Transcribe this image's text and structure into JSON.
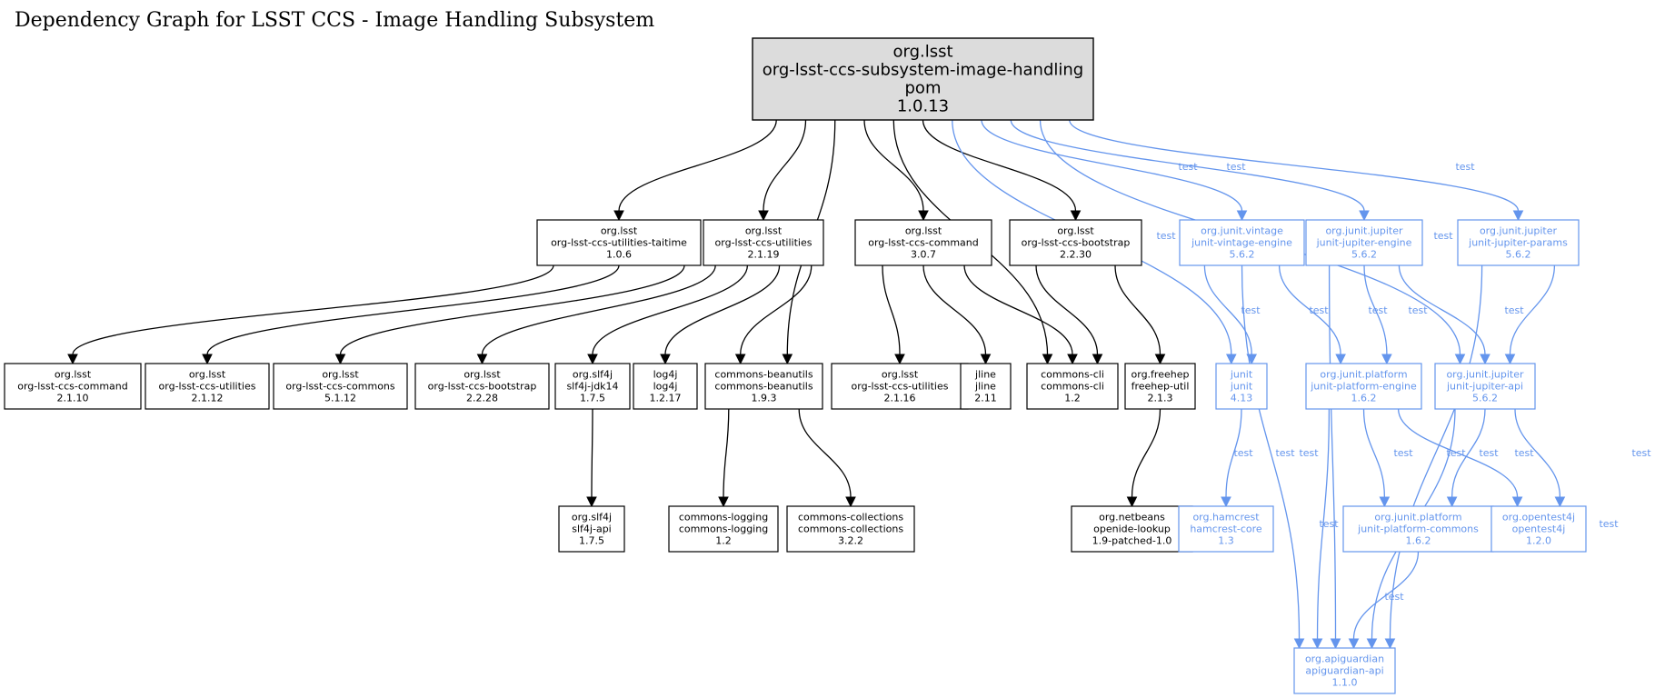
{
  "title": "Dependency Graph for LSST CCS - Image Handling Subsystem",
  "colors": {
    "compile": "#000000",
    "test": "#6495ed",
    "root_fill": "#dcdcdc"
  },
  "nodes": [
    {
      "id": "root",
      "scope": "root",
      "lines": [
        "org.lsst",
        "org-lsst-ccs-subsystem-image-handling",
        "pom",
        "1.0.13"
      ]
    },
    {
      "id": "taitime",
      "scope": "compile",
      "lines": [
        "org.lsst",
        "org-lsst-ccs-utilities-taitime",
        "1.0.6"
      ]
    },
    {
      "id": "utilities219",
      "scope": "compile",
      "lines": [
        "org.lsst",
        "org-lsst-ccs-utilities",
        "2.1.19"
      ]
    },
    {
      "id": "command307",
      "scope": "compile",
      "lines": [
        "org.lsst",
        "org-lsst-ccs-command",
        "3.0.7"
      ]
    },
    {
      "id": "bootstrap2230",
      "scope": "compile",
      "lines": [
        "org.lsst",
        "org-lsst-ccs-bootstrap",
        "2.2.30"
      ]
    },
    {
      "id": "vintage",
      "scope": "test",
      "lines": [
        "org.junit.vintage",
        "junit-vintage-engine",
        "5.6.2"
      ]
    },
    {
      "id": "jupiterengine",
      "scope": "test",
      "lines": [
        "org.junit.jupiter",
        "junit-jupiter-engine",
        "5.6.2"
      ]
    },
    {
      "id": "jupiterparams",
      "scope": "test",
      "lines": [
        "org.junit.jupiter",
        "junit-jupiter-params",
        "5.6.2"
      ]
    },
    {
      "id": "command2110",
      "scope": "compile",
      "lines": [
        "org.lsst",
        "org-lsst-ccs-command",
        "2.1.10"
      ]
    },
    {
      "id": "utilities2112",
      "scope": "compile",
      "lines": [
        "org.lsst",
        "org-lsst-ccs-utilities",
        "2.1.12"
      ]
    },
    {
      "id": "commons5112",
      "scope": "compile",
      "lines": [
        "org.lsst",
        "org-lsst-ccs-commons",
        "5.1.12"
      ]
    },
    {
      "id": "bootstrap2228",
      "scope": "compile",
      "lines": [
        "org.lsst",
        "org-lsst-ccs-bootstrap",
        "2.2.28"
      ]
    },
    {
      "id": "slf4jjdk14",
      "scope": "compile",
      "lines": [
        "org.slf4j",
        "slf4j-jdk14",
        "1.7.5"
      ]
    },
    {
      "id": "log4j",
      "scope": "compile",
      "lines": [
        "log4j",
        "log4j",
        "1.2.17"
      ]
    },
    {
      "id": "beanutils",
      "scope": "compile",
      "lines": [
        "commons-beanutils",
        "commons-beanutils",
        "1.9.3"
      ]
    },
    {
      "id": "utilities2116",
      "scope": "compile",
      "lines": [
        "org.lsst",
        "org-lsst-ccs-utilities",
        "2.1.16"
      ]
    },
    {
      "id": "jline",
      "scope": "compile",
      "lines": [
        "jline",
        "jline",
        "2.11"
      ]
    },
    {
      "id": "commonscli",
      "scope": "compile",
      "lines": [
        "commons-cli",
        "commons-cli",
        "1.2"
      ]
    },
    {
      "id": "freehep",
      "scope": "compile",
      "lines": [
        "org.freehep",
        "freehep-util",
        "2.1.3"
      ]
    },
    {
      "id": "junit",
      "scope": "test",
      "lines": [
        "junit",
        "junit",
        "4.13"
      ]
    },
    {
      "id": "platformengine",
      "scope": "test",
      "lines": [
        "org.junit.platform",
        "junit-platform-engine",
        "1.6.2"
      ]
    },
    {
      "id": "jupiterapi",
      "scope": "test",
      "lines": [
        "org.junit.jupiter",
        "junit-jupiter-api",
        "5.6.2"
      ]
    },
    {
      "id": "slf4japi",
      "scope": "compile",
      "lines": [
        "org.slf4j",
        "slf4j-api",
        "1.7.5"
      ]
    },
    {
      "id": "logging",
      "scope": "compile",
      "lines": [
        "commons-logging",
        "commons-logging",
        "1.2"
      ]
    },
    {
      "id": "collections",
      "scope": "compile",
      "lines": [
        "commons-collections",
        "commons-collections",
        "3.2.2"
      ]
    },
    {
      "id": "openide",
      "scope": "compile",
      "lines": [
        "org.netbeans",
        "openide-lookup",
        "1.9-patched-1.0"
      ]
    },
    {
      "id": "hamcrest",
      "scope": "test",
      "lines": [
        "org.hamcrest",
        "hamcrest-core",
        "1.3"
      ]
    },
    {
      "id": "platformcommons",
      "scope": "test",
      "lines": [
        "org.junit.platform",
        "junit-platform-commons",
        "1.6.2"
      ]
    },
    {
      "id": "opentest4j",
      "scope": "test",
      "lines": [
        "org.opentest4j",
        "opentest4j",
        "1.2.0"
      ]
    },
    {
      "id": "apiguardian",
      "scope": "test",
      "lines": [
        "org.apiguardian",
        "apiguardian-api",
        "1.1.0"
      ]
    }
  ],
  "edges": [
    {
      "from": "root",
      "to": "taitime",
      "label": ""
    },
    {
      "from": "root",
      "to": "utilities219",
      "label": ""
    },
    {
      "from": "root",
      "to": "beanutils",
      "label": ""
    },
    {
      "from": "root",
      "to": "command307",
      "label": ""
    },
    {
      "from": "root",
      "to": "commonscli",
      "label": ""
    },
    {
      "from": "root",
      "to": "bootstrap2230",
      "label": ""
    },
    {
      "from": "root",
      "to": "junit",
      "label": "test"
    },
    {
      "from": "root",
      "to": "vintage",
      "label": "test"
    },
    {
      "from": "root",
      "to": "jupiterengine",
      "label": "test"
    },
    {
      "from": "root",
      "to": "jupiterapi",
      "label": "test"
    },
    {
      "from": "root",
      "to": "jupiterparams",
      "label": "test"
    },
    {
      "from": "taitime",
      "to": "command2110",
      "label": ""
    },
    {
      "from": "taitime",
      "to": "utilities2112",
      "label": ""
    },
    {
      "from": "taitime",
      "to": "commons5112",
      "label": ""
    },
    {
      "from": "utilities219",
      "to": "bootstrap2228",
      "label": ""
    },
    {
      "from": "utilities219",
      "to": "slf4jjdk14",
      "label": ""
    },
    {
      "from": "utilities219",
      "to": "log4j",
      "label": ""
    },
    {
      "from": "utilities219",
      "to": "beanutils",
      "label": ""
    },
    {
      "from": "command307",
      "to": "utilities2116",
      "label": ""
    },
    {
      "from": "command307",
      "to": "jline",
      "label": ""
    },
    {
      "from": "command307",
      "to": "commonscli",
      "label": ""
    },
    {
      "from": "bootstrap2230",
      "to": "commonscli",
      "label": ""
    },
    {
      "from": "bootstrap2230",
      "to": "freehep",
      "label": ""
    },
    {
      "from": "vintage",
      "to": "junit",
      "label": "test"
    },
    {
      "from": "vintage",
      "to": "platformengine",
      "label": "test"
    },
    {
      "from": "vintage",
      "to": "apiguardian",
      "label": "test"
    },
    {
      "from": "jupiterengine",
      "to": "platformengine",
      "label": "test"
    },
    {
      "from": "jupiterengine",
      "to": "jupiterapi",
      "label": "test"
    },
    {
      "from": "jupiterengine",
      "to": "apiguardian",
      "label": "test"
    },
    {
      "from": "jupiterparams",
      "to": "jupiterapi",
      "label": "test"
    },
    {
      "from": "jupiterparams",
      "to": "apiguardian",
      "label": "test"
    },
    {
      "from": "slf4jjdk14",
      "to": "slf4japi",
      "label": ""
    },
    {
      "from": "beanutils",
      "to": "logging",
      "label": ""
    },
    {
      "from": "beanutils",
      "to": "collections",
      "label": ""
    },
    {
      "from": "freehep",
      "to": "openide",
      "label": ""
    },
    {
      "from": "junit",
      "to": "hamcrest",
      "label": "test"
    },
    {
      "from": "platformengine",
      "to": "platformcommons",
      "label": "test"
    },
    {
      "from": "platformengine",
      "to": "opentest4j",
      "label": "test"
    },
    {
      "from": "platformengine",
      "to": "apiguardian",
      "label": "test"
    },
    {
      "from": "jupiterapi",
      "to": "platformcommons",
      "label": "test"
    },
    {
      "from": "jupiterapi",
      "to": "opentest4j",
      "label": "test"
    },
    {
      "from": "jupiterapi",
      "to": "apiguardian",
      "label": "test"
    },
    {
      "from": "platformcommons",
      "to": "apiguardian",
      "label": "test"
    }
  ]
}
